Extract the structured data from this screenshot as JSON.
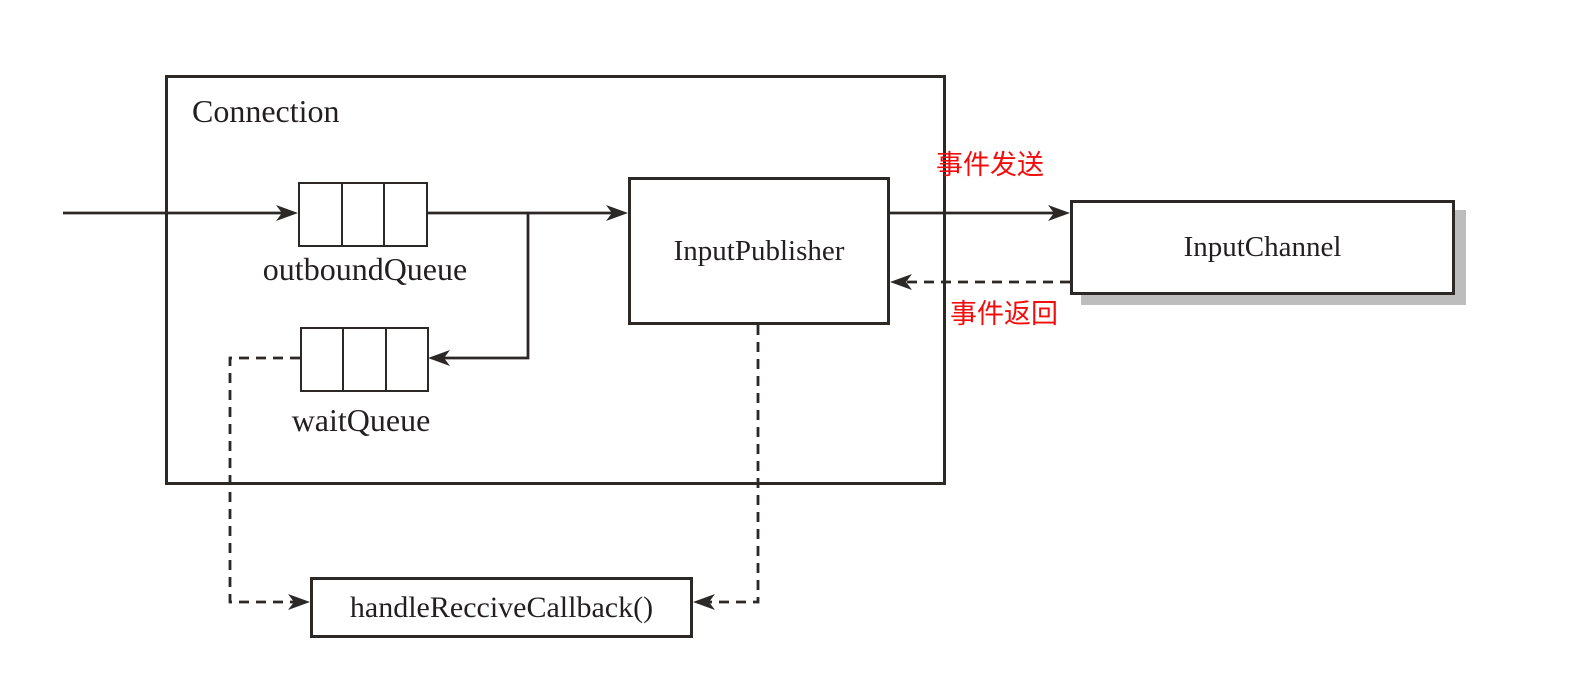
{
  "colors": {
    "line": "#2b2826",
    "red_label": "#f20d0d",
    "channel_shadow": "#bdbdbd",
    "background": "#ffffff"
  },
  "nodes": {
    "connection": {
      "label": "Connection"
    },
    "outbound_queue": {
      "label": "outboundQueue"
    },
    "wait_queue": {
      "label": "waitQueue"
    },
    "input_publisher": {
      "label": "InputPublisher"
    },
    "input_channel": {
      "label": "InputChannel"
    },
    "callback": {
      "label": "handleRecciveCallback()"
    }
  },
  "edges": {
    "event_send": {
      "label": "事件发送"
    },
    "event_return": {
      "label": "事件返回"
    }
  }
}
